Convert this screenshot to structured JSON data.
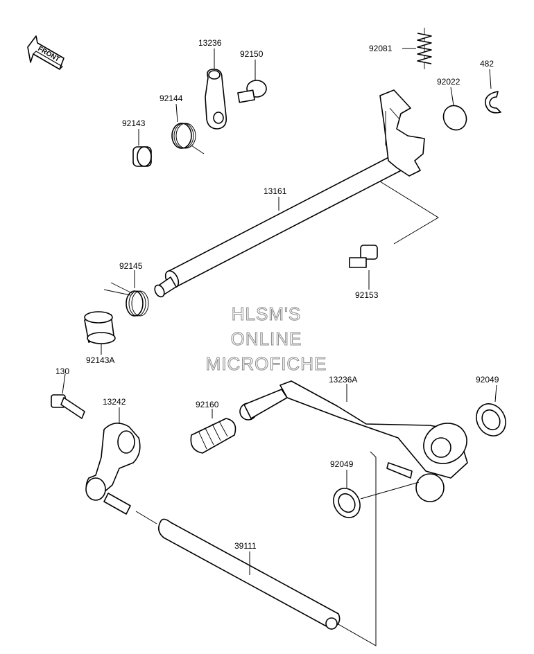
{
  "front_arrow_label": "FRONT",
  "watermark": {
    "line1": "HLSM'S",
    "line2": "ONLINE",
    "line3": "MICROFICHE"
  },
  "parts": {
    "p13236": "13236",
    "p92150": "92150",
    "p92081": "92081",
    "p482": "482",
    "p92022": "92022",
    "p92144": "92144",
    "p92143": "92143",
    "p13161": "13161",
    "p92145": "92145",
    "p92153": "92153",
    "p92143A": "92143A",
    "p130": "130",
    "p13242": "13242",
    "p92160": "92160",
    "p13236A": "13236A",
    "p92049a": "92049",
    "p92049b": "92049",
    "p39111": "39111"
  },
  "colors": {
    "line": "#000000",
    "background": "#ffffff",
    "watermark_outline": "#8a8a8a"
  }
}
